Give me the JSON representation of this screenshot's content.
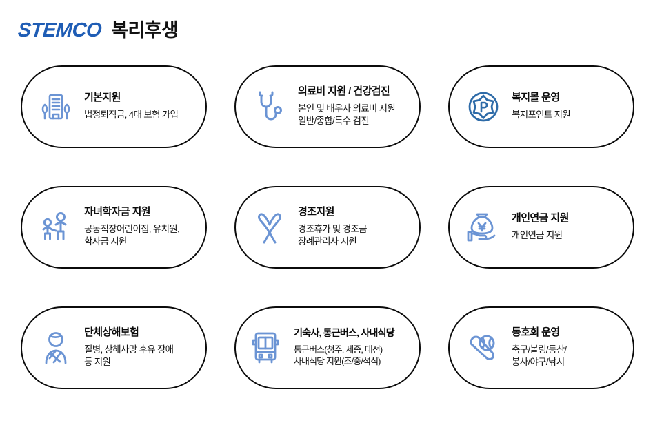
{
  "header": {
    "brand": "STEMCO",
    "title": "복리후생"
  },
  "colors": {
    "brand_blue": "#1f5db5",
    "icon_blue": "#6b94d4",
    "icon_blue_dark": "#2e6ba8",
    "card_border": "#0b0b0b",
    "text": "#111111",
    "background": "#ffffff"
  },
  "cards": [
    {
      "icon": "building-with-trees-icon",
      "title": "기본지원",
      "desc": "법정퇴직금, 4대 보험 가입"
    },
    {
      "icon": "stethoscope-icon",
      "title": "의료비 지원 / 건강검진",
      "desc": "본인 및 배우자 의료비 지원\n일반/종합/특수 검진"
    },
    {
      "icon": "point-badge-icon",
      "title": "복지몰 운영",
      "desc": "복지포인트 지원"
    },
    {
      "icon": "parent-and-child-icon",
      "title": "자녀학자금 지원",
      "desc": "공동직장어린이집, 유치원,\n학자금 지원"
    },
    {
      "icon": "ribbon-icon",
      "title": "경조지원",
      "desc": "경조휴가 및 경조금\n장례관리사 지원"
    },
    {
      "icon": "hand-money-bag-icon",
      "title": "개인연금 지원",
      "desc": "개인연금 지원"
    },
    {
      "icon": "injured-person-icon",
      "title": "단체상해보험",
      "desc": "질병, 상해사망 후유 장애\n등 지원"
    },
    {
      "icon": "bus-front-icon",
      "title": "기숙사, 통근버스, 사내식당",
      "desc": "통근버스(청주, 세종, 대전)\n사내식당 지원(조/중/석식)"
    },
    {
      "icon": "baseball-bat-and-ball-icon",
      "title": "동호회 운영",
      "desc": "축구/볼링/등산/\n봉사/야구/낚시"
    }
  ]
}
